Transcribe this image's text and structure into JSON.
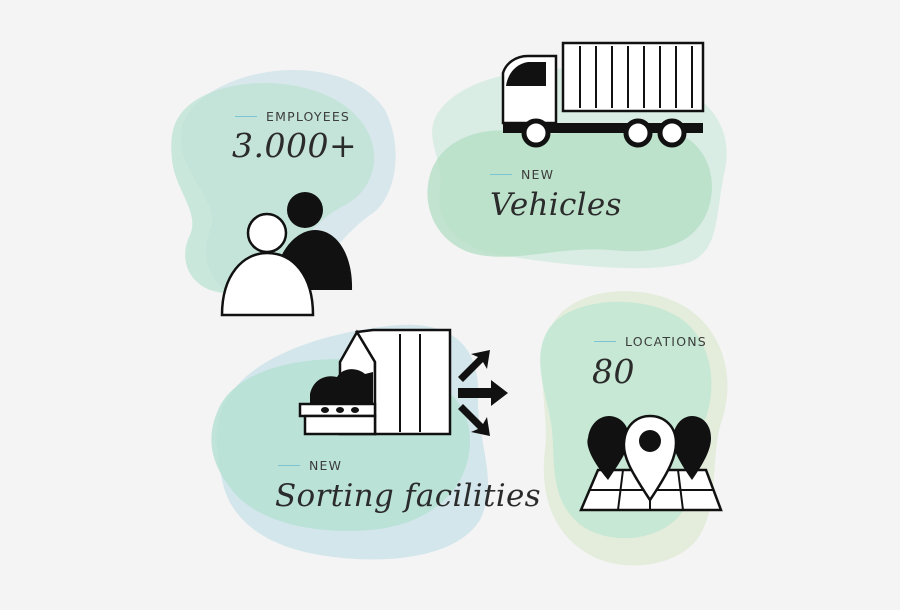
{
  "colors": {
    "background": "#f4f4f4",
    "blob_teal": "#b9e0d8",
    "blob_green": "#c8e6cf",
    "blob_blue": "#cde3ea",
    "dash_accent": "#7cc4d4",
    "ink": "#111111"
  },
  "stats": [
    {
      "label": "EMPLOYEES",
      "value": "3.000+",
      "icon": "people-icon"
    },
    {
      "label": "NEW",
      "value": "Vehicles",
      "icon": "truck-icon"
    },
    {
      "label": "NEW",
      "value": "Sorting facilities",
      "icon": "sorting-facility-icon"
    },
    {
      "label": "LOCATIONS",
      "value": "80",
      "icon": "map-pins-icon"
    }
  ]
}
